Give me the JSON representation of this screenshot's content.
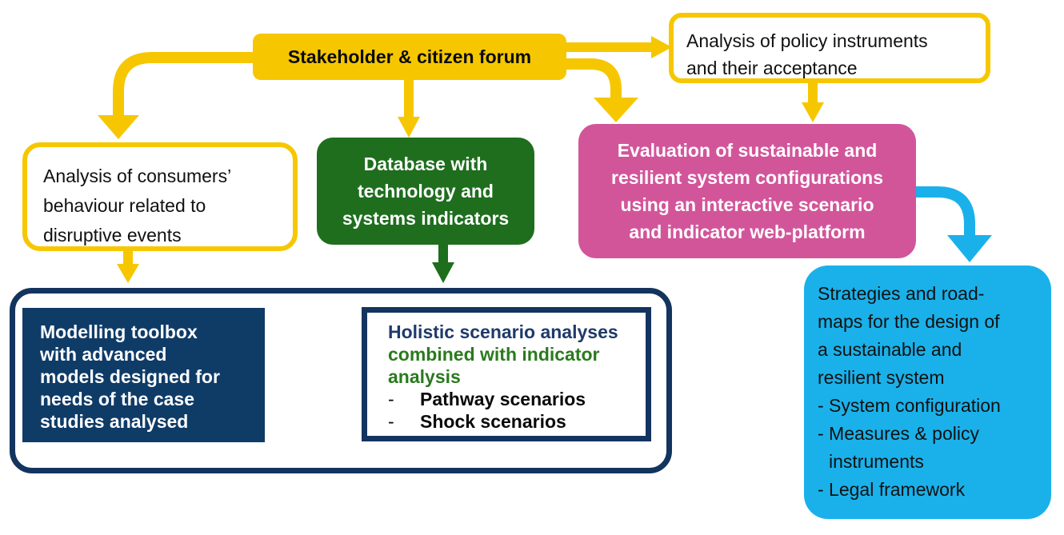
{
  "colors": {
    "yellow": "#f6c700",
    "green": "#1e6e1e",
    "pink": "#d2559a",
    "navy": "#0f3b67",
    "dark_navy": "#13345e",
    "arrow_navy": "#3d5488",
    "cyan": "#1ab1ea"
  },
  "stakeholder": {
    "label": "Stakeholder & citizen forum"
  },
  "policy": {
    "lines": [
      "Analysis of policy instruments",
      "and their acceptance"
    ]
  },
  "consumers": {
    "lines": [
      "Analysis of consumers’",
      "behaviour related to",
      "disruptive events"
    ]
  },
  "database": {
    "lines": [
      "Database with",
      "technology and",
      "systems indicators"
    ]
  },
  "evaluation": {
    "lines": [
      "Evaluation of sustainable and",
      "resilient system configurations",
      "using an interactive scenario",
      "and indicator web-platform"
    ]
  },
  "modelling": {
    "lines": [
      "Modelling toolbox",
      "with advanced",
      "models designed for",
      "needs of the case",
      "studies analysed"
    ]
  },
  "holistic": {
    "title": "Holistic scenario analyses",
    "subtitle_lines": [
      "combined with indicator",
      "analysis"
    ],
    "bullets": [
      "Pathway scenarios",
      "Shock scenarios"
    ],
    "bullet_marker": "-"
  },
  "strategies": {
    "intro_lines": [
      "Strategies and road-",
      "maps for the design of",
      "a sustainable and",
      "resilient system"
    ],
    "items": [
      "- System configuration",
      "- Measures & policy",
      "instruments",
      "- Legal framework"
    ]
  }
}
